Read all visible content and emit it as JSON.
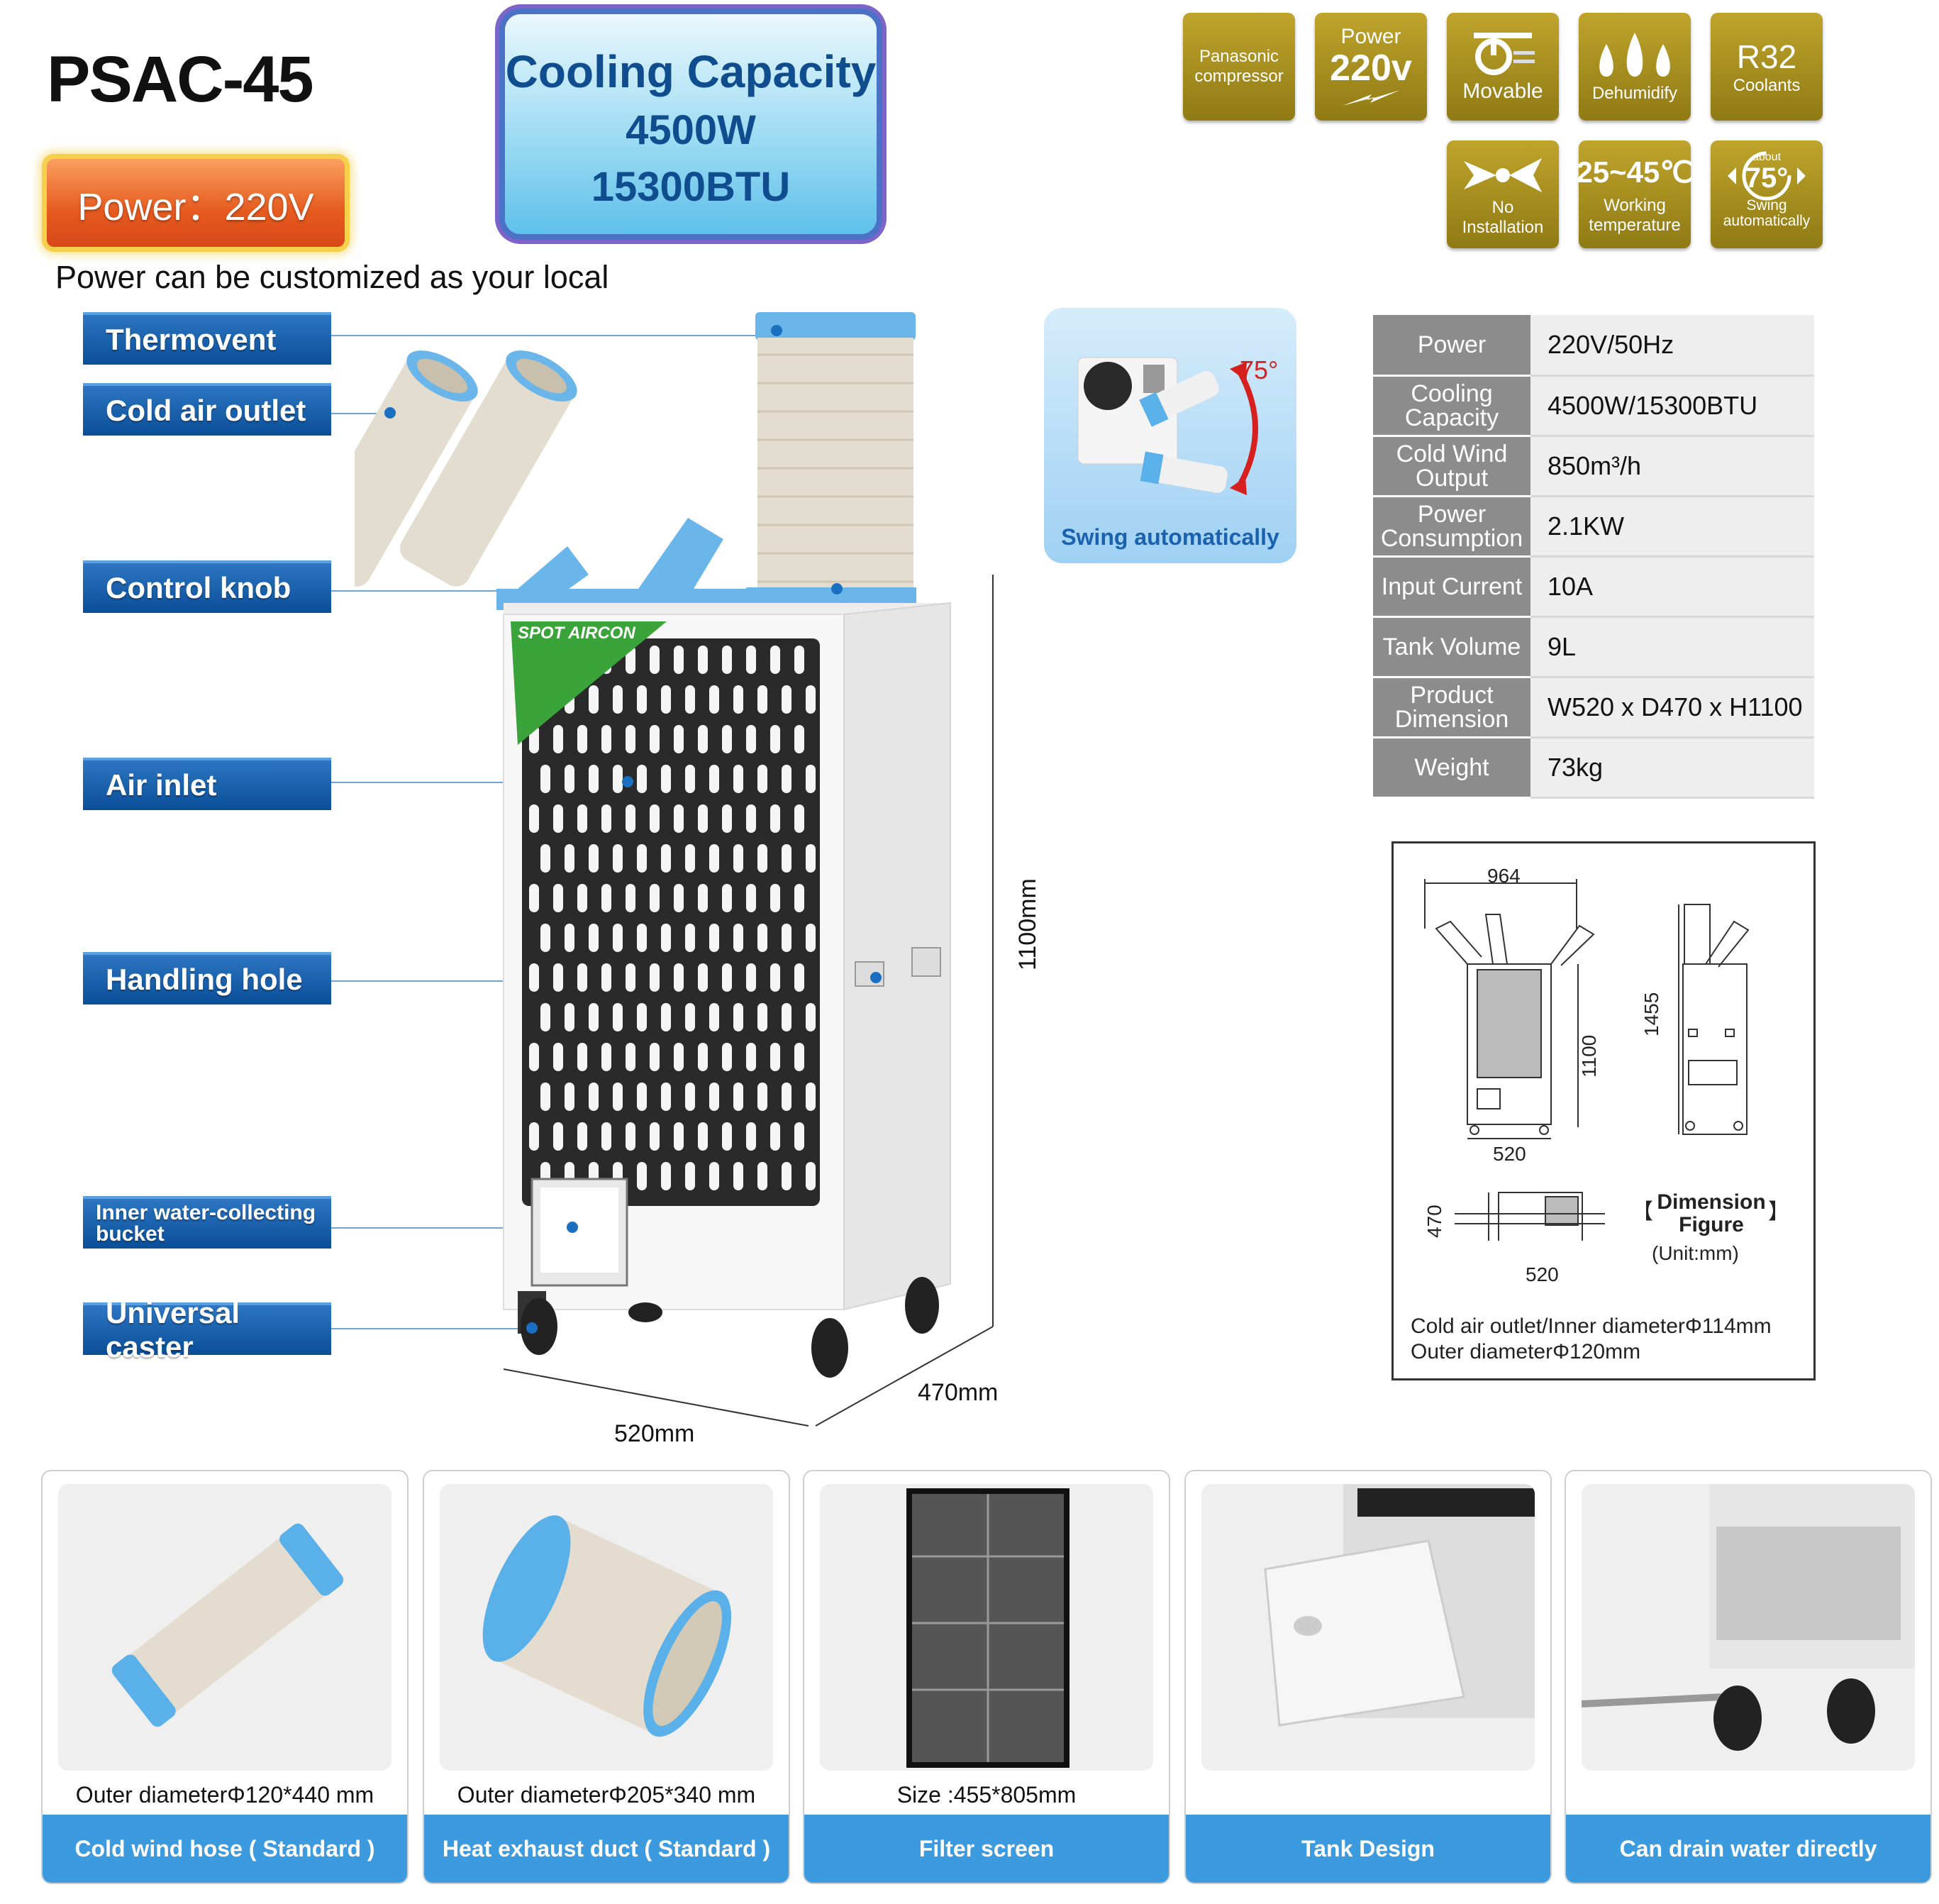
{
  "header": {
    "model": "PSAC-45",
    "power_badge": "Power：220V",
    "customize_note": "Power can be customized as your local"
  },
  "capacity": {
    "title": "Cooling Capacity",
    "watts": "4500W",
    "btu": "15300BTU"
  },
  "features": [
    {
      "line1": "Panasonic",
      "line2": "compressor",
      "icon": ""
    },
    {
      "line1": "Power",
      "line2": "220v",
      "icon": "lightning-icon"
    },
    {
      "line1": "Movable",
      "line2": "",
      "icon": "movable-icon"
    },
    {
      "line1": "Dehumidify",
      "line2": "",
      "icon": "water-drops-icon"
    },
    {
      "line1": "R32",
      "line2": "Coolants",
      "icon": ""
    },
    {
      "line1": "No",
      "line2": "Installation",
      "icon": "tools-icon"
    },
    {
      "line1": "25~45℃",
      "line2": "Working temperature",
      "icon": ""
    },
    {
      "line1": "about",
      "line2": "75°",
      "line3": "Swing automatically",
      "icon": "swing-arrows-icon"
    }
  ],
  "parts": [
    "Thermovent",
    "Cold air outlet",
    "Control knob",
    "Air inlet",
    "Handling hole",
    "Inner water-collecting bucket",
    "Universal caster"
  ],
  "product": {
    "brand_label": "SPOT AIRCON",
    "height": "1100mm",
    "width": "520mm",
    "depth": "470mm"
  },
  "swing": {
    "angle": "75°",
    "caption": "Swing automatically"
  },
  "specs": [
    {
      "key": "Power",
      "value": "220V/50Hz"
    },
    {
      "key": "Cooling Capacity",
      "value": "4500W/15300BTU"
    },
    {
      "key": "Cold Wind Output",
      "value": "850m³/h"
    },
    {
      "key": "Power Consumption",
      "value": "2.1KW"
    },
    {
      "key": "Input Current",
      "value": "10A"
    },
    {
      "key": "Tank Volume",
      "value": "9L"
    },
    {
      "key": "Product Dimension",
      "value": "W520 x D470 x H1100"
    },
    {
      "key": "Weight",
      "value": "73kg"
    }
  ],
  "dimension_figure": {
    "w_top": "964",
    "h_front": "1100",
    "h_side": "1455",
    "w_front": "520",
    "depth": "470",
    "w_bottom": "520",
    "title_l1": "Dimension",
    "title_l2": "Figure",
    "unit": "(Unit:mm)",
    "bracket_l": "【",
    "bracket_r": "】",
    "note1": "Cold air outlet/Inner diameterΦ114mm",
    "note2": "Outer diameterΦ120mm"
  },
  "accessories": [
    {
      "caption": "Outer diameterΦ120*440 mm",
      "label": "Cold wind hose ( Standard )"
    },
    {
      "caption": "Outer diameterΦ205*340 mm",
      "label": "Heat exhaust duct ( Standard )"
    },
    {
      "caption": "Size :455*805mm",
      "label": "Filter screen"
    },
    {
      "caption": "",
      "label": "Tank Design"
    },
    {
      "caption": "",
      "label": "Can drain water directly"
    }
  ],
  "colors": {
    "label_blue": "#0a4e98",
    "gold": "#a8901e",
    "accent_blue": "#3c9ade",
    "power_orange": "#e65a1e"
  }
}
